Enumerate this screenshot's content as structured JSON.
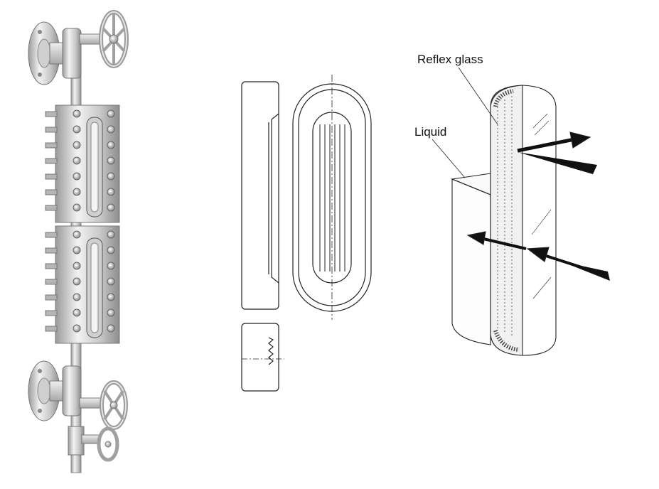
{
  "labels": {
    "reflex_glass": "Reflex glass",
    "liquid": "Liquid"
  },
  "colors": {
    "background": "#ffffff",
    "metal_light": "#e4e4e4",
    "metal_mid": "#bdbdbd",
    "metal_dark": "#8a8a8a",
    "line": "#222222",
    "arrow": "#111111"
  },
  "icons": {
    "gauge": "reflex-level-gauge-illustration",
    "drawing": "reflex-glass-technical-drawing",
    "diagram": "reflex-glass-principle-diagram"
  }
}
